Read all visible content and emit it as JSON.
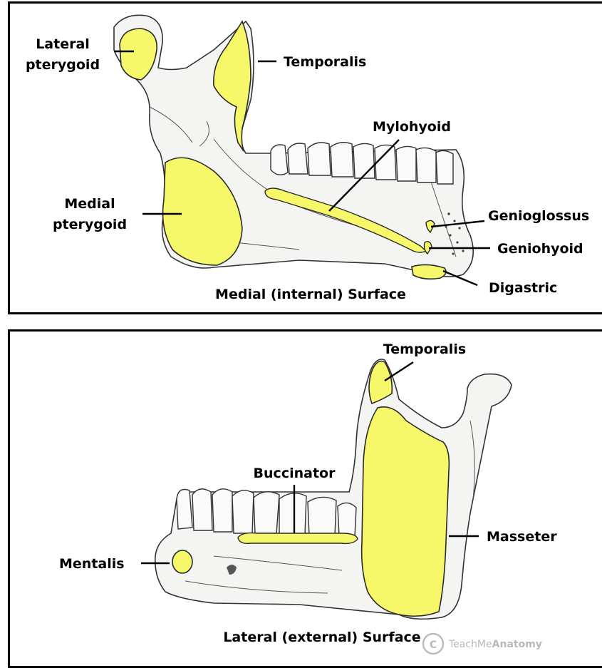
{
  "medial": {
    "caption": "Medial (internal) Surface",
    "labels": {
      "lateral_pterygoid_1": "Lateral",
      "lateral_pterygoid_2": "pterygoid",
      "temporalis": "Temporalis",
      "mylohyoid": "Mylohyoid",
      "medial_pterygoid_1": "Medial",
      "medial_pterygoid_2": "pterygoid",
      "genioglossus": "Genioglossus",
      "geniohyoid": "Geniohyoid",
      "digastric": "Digastric"
    }
  },
  "lateral": {
    "caption": "Lateral (external) Surface",
    "labels": {
      "temporalis": "Temporalis",
      "buccinator": "Buccinator",
      "masseter": "Masseter",
      "mentalis": "Mentalis"
    }
  },
  "watermark": {
    "symbol": "C",
    "text_plain": "TeachMe",
    "text_bold": "Anatomy"
  },
  "colors": {
    "muscle": "#f7f76a",
    "bone": "#f4f4f2",
    "outline": "#000000"
  }
}
